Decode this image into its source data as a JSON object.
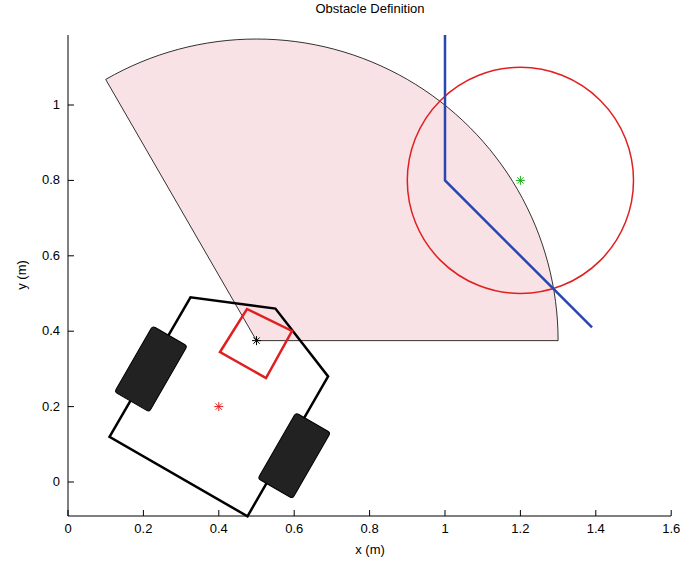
{
  "diagram": {
    "title": "Obstacle Definition",
    "labels": [
      "0",
      "0.2",
      "0.4",
      "0.6",
      "0.8",
      "1",
      "1.2",
      "1.4",
      "1.6",
      "0",
      "0.2",
      "0.4",
      "0.6",
      "0.8",
      "1",
      "x (m)",
      "y (m)"
    ]
  }
}
